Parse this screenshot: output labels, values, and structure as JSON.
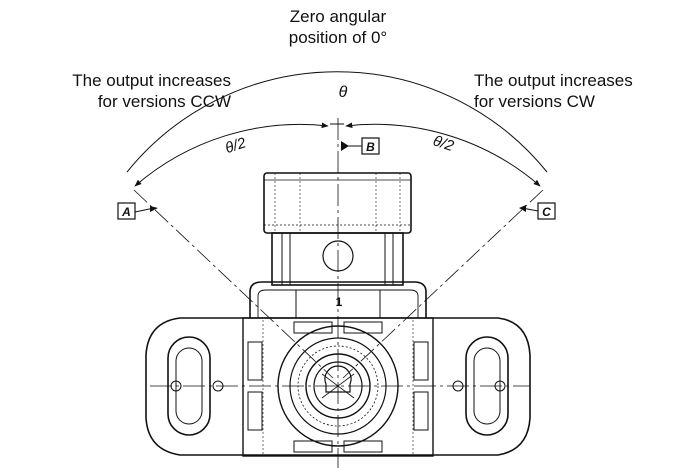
{
  "labels": {
    "zero_line1": "Zero angular",
    "zero_line2": "position of 0°",
    "ccw_line1": "The output increases",
    "ccw_line2": "for versions CCW",
    "cw_line1": "The output increases",
    "cw_line2": "for versions CW",
    "theta": "θ",
    "theta_half_left": "θ/2",
    "theta_half_right": "θ/2",
    "ref_a": "A",
    "ref_b": "B",
    "ref_c": "C",
    "pin_number": "1"
  }
}
